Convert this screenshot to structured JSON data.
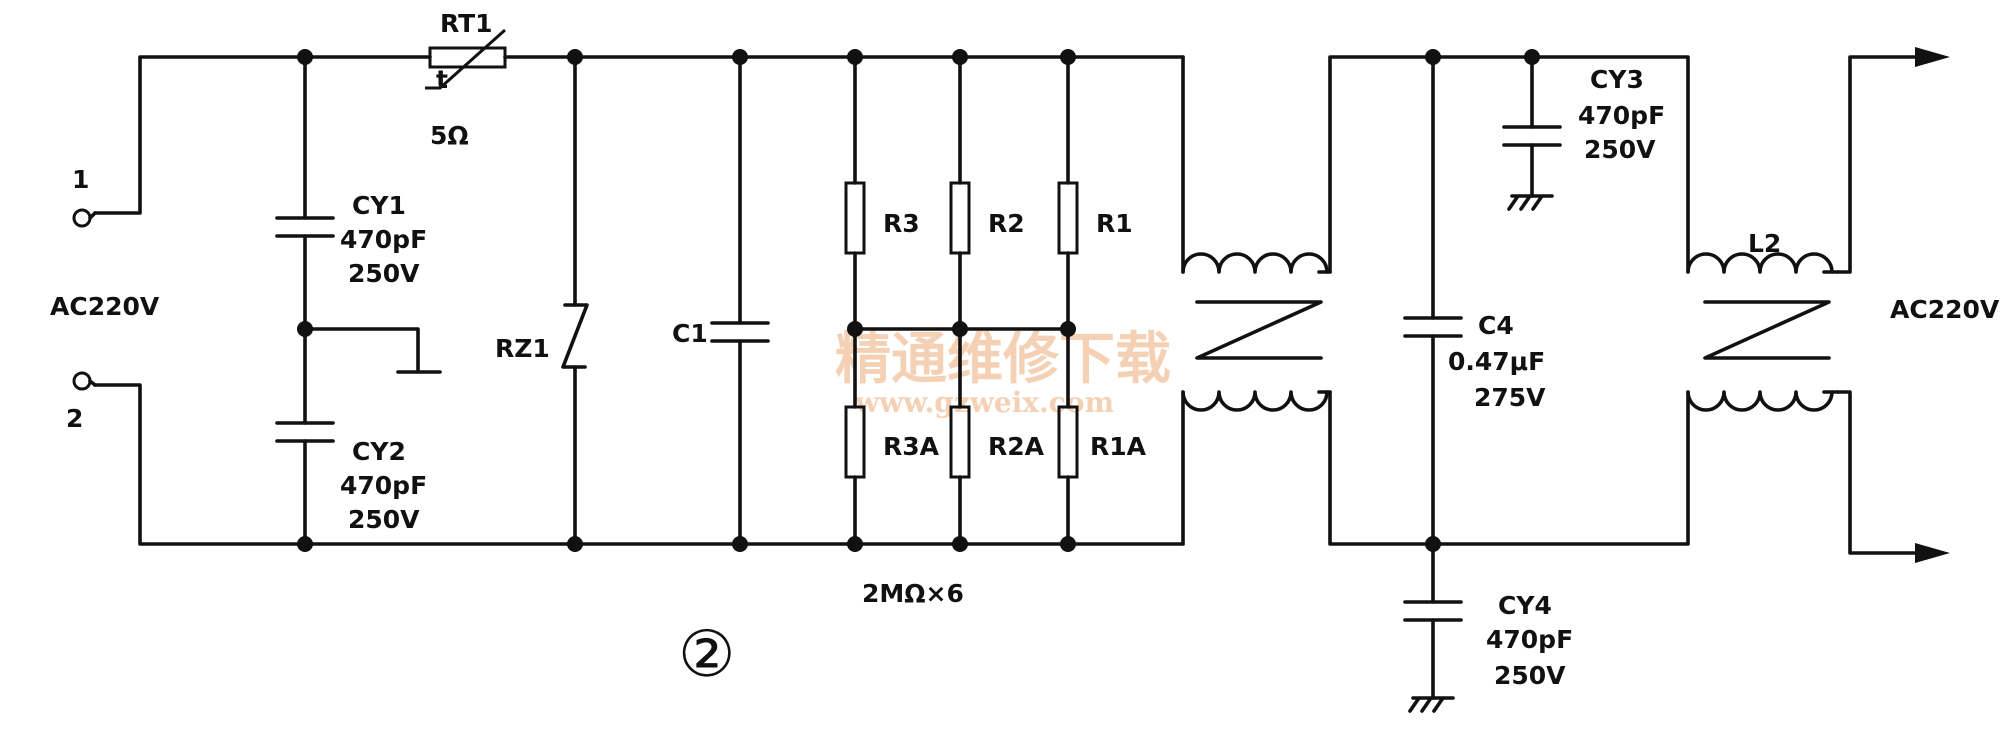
{
  "terminals": {
    "in1": "1",
    "in2": "2",
    "in_label": "AC220V",
    "out_label": "AC220V"
  },
  "thermistor": {
    "ref": "RT1",
    "value": "5Ω",
    "symbol": "t"
  },
  "cy1": {
    "ref": "CY1",
    "cap": "470pF",
    "volt": "250V"
  },
  "cy2": {
    "ref": "CY2",
    "cap": "470pF",
    "volt": "250V"
  },
  "varistor": {
    "ref": "RZ1"
  },
  "c1": {
    "ref": "C1"
  },
  "resistors": {
    "top": [
      "R3",
      "R2",
      "R1"
    ],
    "bottom": [
      "R3A",
      "R2A",
      "R1A"
    ],
    "note": "2MΩ×6"
  },
  "c4": {
    "ref": "C4",
    "cap": "0.47μF",
    "volt": "275V"
  },
  "cy3": {
    "ref": "CY3",
    "cap": "470pF",
    "volt": "250V"
  },
  "cy4": {
    "ref": "CY4",
    "cap": "470pF",
    "volt": "250V"
  },
  "inductor": {
    "ref": "L2"
  },
  "figure_number": "②",
  "watermark": {
    "text": "精通维修下载",
    "url": "www.gzweix.com"
  }
}
